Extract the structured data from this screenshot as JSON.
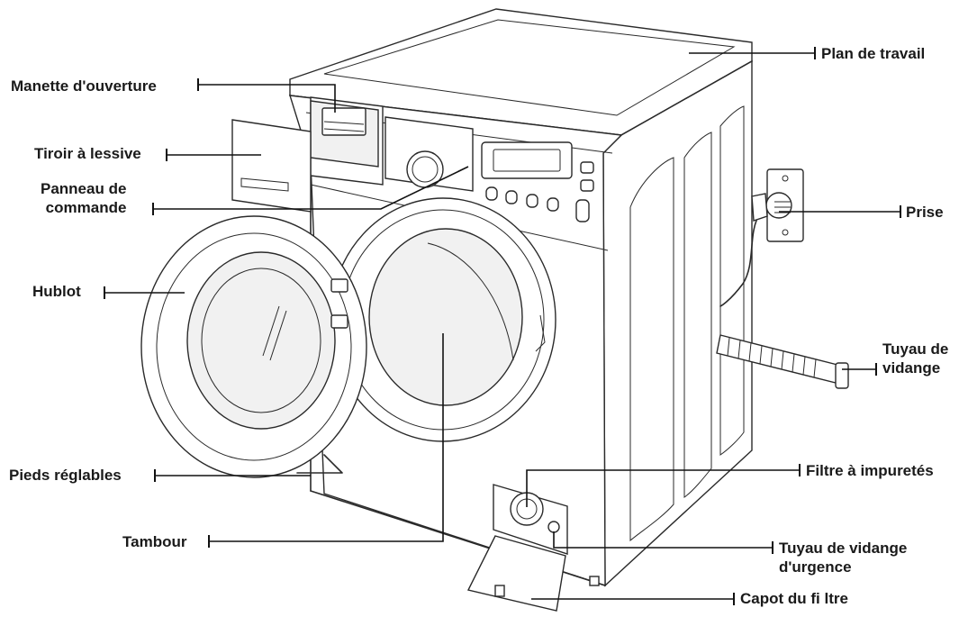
{
  "labels": {
    "plan_de_travail": "Plan de travail",
    "manette_ouverture": "Manette d'ouverture",
    "tiroir_lessive": "Tiroir à lessive",
    "panneau_commande_1": "Panneau de",
    "panneau_commande_2": "commande",
    "prise": "Prise",
    "hublot": "Hublot",
    "tuyau_vidange_1": "Tuyau de",
    "tuyau_vidange_2": "vidange",
    "pieds_reglables": "Pieds réglables",
    "filtre_impuretes": "Filtre à impuretés",
    "tambour": "Tambour",
    "tuyau_urgence_1": "Tuyau de vidange",
    "tuyau_urgence_2": "d'urgence",
    "capot_filtre": "Capot du fi ltre"
  }
}
